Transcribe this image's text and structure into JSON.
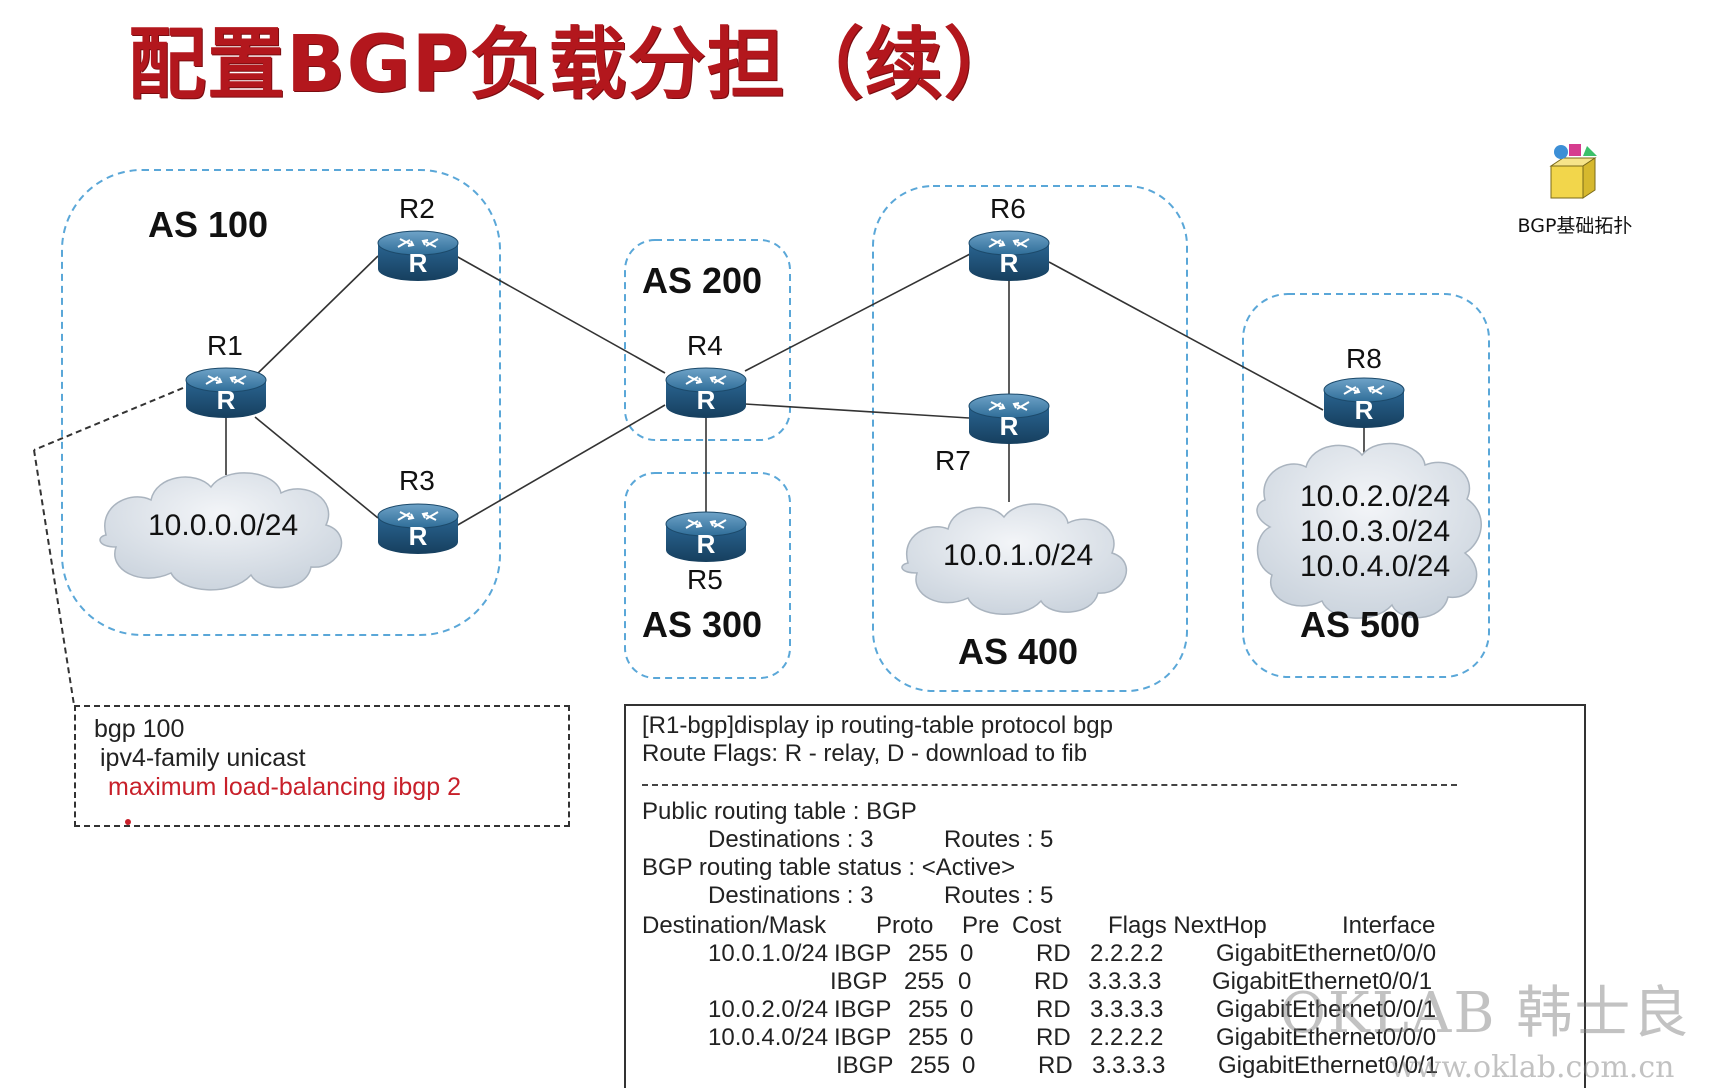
{
  "title": "配置BGP负载分担（续）",
  "colors": {
    "title": "#b3171d",
    "as_border": "#5aa7d8",
    "link": "#333333",
    "router": "#1f5d86",
    "cloud": "#d4dbe3",
    "highlight": "#c8202a"
  },
  "as_regions": {
    "as100": "AS 100",
    "as200": "AS 200",
    "as300": "AS 300",
    "as400": "AS 400",
    "as500": "AS 500"
  },
  "routers": {
    "r1": "R1",
    "r2": "R2",
    "r3": "R3",
    "r4": "R4",
    "r5": "R5",
    "r6": "R6",
    "r7": "R7",
    "r8": "R8"
  },
  "router_icon_letter": "R",
  "networks": {
    "as100_net": "10.0.0.0/24",
    "as400_net": "10.0.1.0/24",
    "as500_net_1": "10.0.2.0/24",
    "as500_net_2": "10.0.3.0/24",
    "as500_net_3": "10.0.4.0/24"
  },
  "topology_badge": {
    "label": "BGP基础拓扑",
    "icon": "package-box-icon"
  },
  "config": {
    "line1": "bgp 100",
    "line2": "ipv4-family unicast",
    "line3": "maximum load-balancing ibgp 2"
  },
  "output": {
    "cmd": "[R1-bgp]display ip routing-table protocol bgp",
    "flags": "Route Flags: R - relay, D - download to fib",
    "public_table": "Public routing table : BGP",
    "dest1_label": "Destinations : 3",
    "routes1_label": "Routes : 5",
    "status": "BGP routing table status : <Active>",
    "dest2_label": "Destinations : 3",
    "routes2_label": "Routes : 5",
    "headers": {
      "dest": "Destination/Mask",
      "proto": "Proto",
      "pre": "Pre",
      "cost": "Cost",
      "flags_nexthop": "Flags NextHop",
      "iface": "Interface"
    },
    "rows": [
      {
        "dest": "10.0.1.0/24",
        "proto": "IBGP",
        "pre": "255",
        "cost": "0",
        "flags": "RD",
        "nexthop": "2.2.2.2",
        "iface": "GigabitEthernet0/0/0"
      },
      {
        "dest": "",
        "proto": "IBGP",
        "pre": "255",
        "cost": "0",
        "flags": "RD",
        "nexthop": "3.3.3.3",
        "iface": "GigabitEthernet0/0/1"
      },
      {
        "dest": "10.0.2.0/24",
        "proto": "IBGP",
        "pre": "255",
        "cost": "0",
        "flags": "RD",
        "nexthop": "3.3.3.3",
        "iface": "GigabitEthernet0/0/1"
      },
      {
        "dest": "10.0.4.0/24",
        "proto": "IBGP",
        "pre": "255",
        "cost": "0",
        "flags": "RD",
        "nexthop": "2.2.2.2",
        "iface": "GigabitEthernet0/0/0"
      },
      {
        "dest": "",
        "proto": "IBGP",
        "pre": "255",
        "cost": "0",
        "flags": "RD",
        "nexthop": "3.3.3.3",
        "iface": "GigabitEthernet0/0/1"
      }
    ]
  },
  "watermark": {
    "main": "OKLAB 韩士良",
    "sub": "www.oklab.com.cn"
  }
}
